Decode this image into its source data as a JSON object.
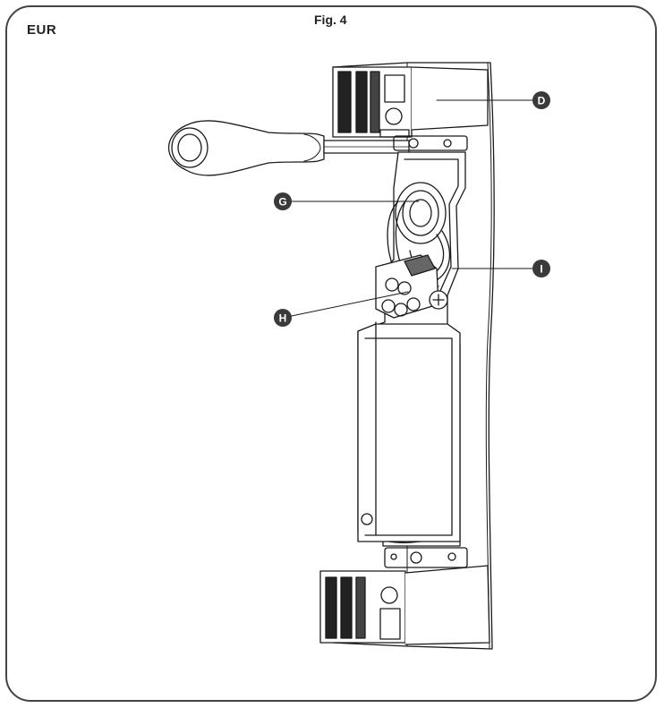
{
  "header": {
    "region": "EUR",
    "figure_label": "Fig. 4"
  },
  "callouts": [
    {
      "id": "D",
      "label": "D"
    },
    {
      "id": "G",
      "label": "G"
    },
    {
      "id": "H",
      "label": "H"
    },
    {
      "id": "I",
      "label": "I"
    }
  ],
  "colors": {
    "line": "#1a1a1a",
    "callout_fill": "#3a3a3a",
    "background": "#ffffff"
  },
  "icons": [
    "screwdriver-icon",
    "terminal-block-icon",
    "ground-screw-icon"
  ]
}
